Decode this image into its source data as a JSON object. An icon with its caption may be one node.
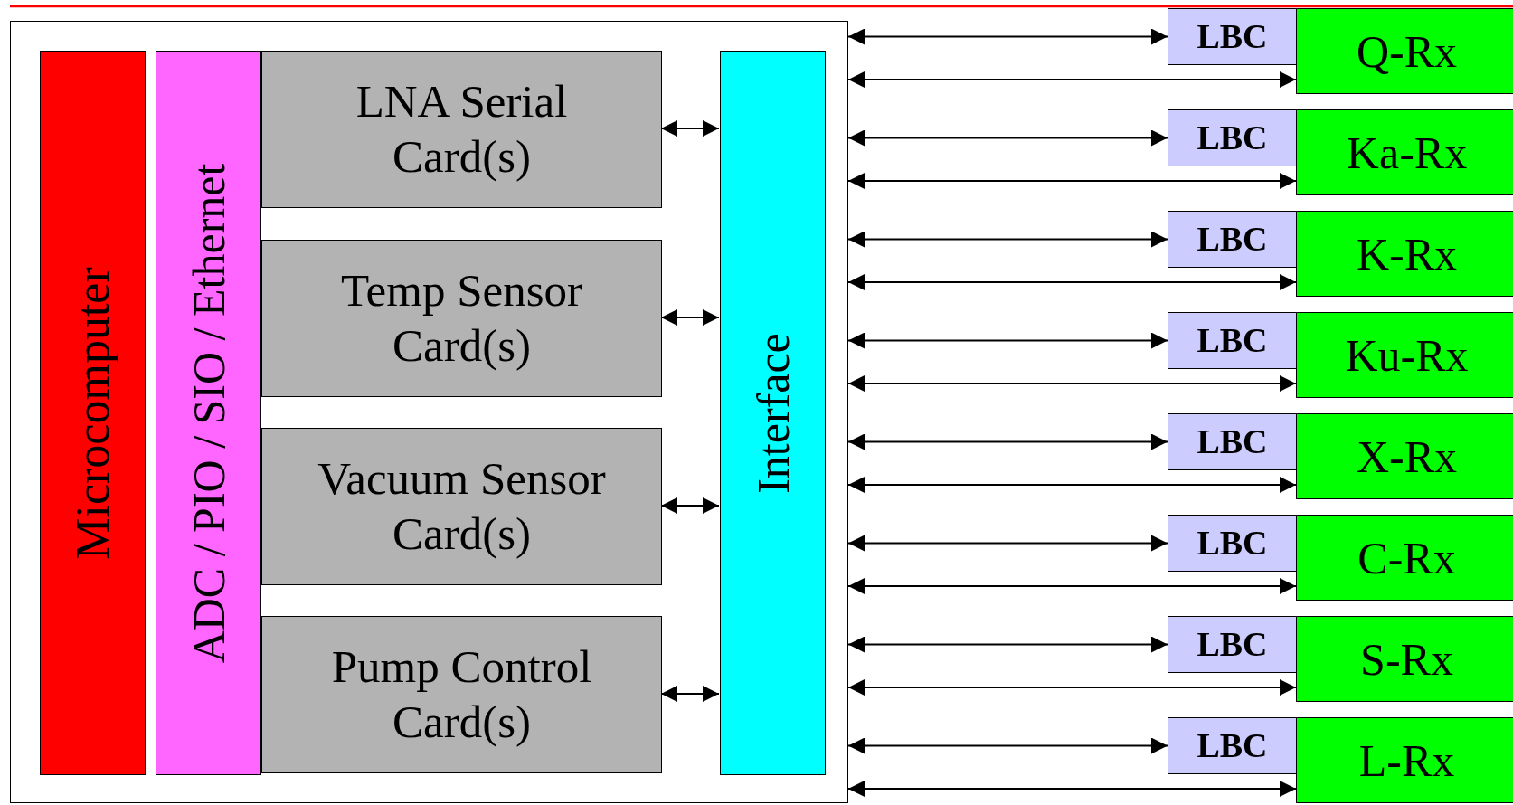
{
  "diagram": {
    "nodes": [
      {
        "text": [],
        "shape": "box"
      },
      {
        "text": [
          "Microcomputer"
        ],
        "in": 0
      },
      {
        "text": [
          "ADC / PIO / SIO / Ethernet"
        ],
        "in": 0
      },
      {
        "text": [
          "LNA Serial Card(s)"
        ],
        "in": 0
      },
      {
        "text": [
          "Temp Sensor Card(s)"
        ],
        "in": 0
      },
      {
        "text": [
          "Vacuum Sensor Card(s)"
        ],
        "in": 0
      },
      {
        "text": [
          "Pump Control Card(s)"
        ],
        "in": 0
      },
      {
        "text": [
          "Interface"
        ],
        "in": 0
      },
      {
        "text": [
          "LBC"
        ]
      },
      {
        "text": [
          "Q-Rx"
        ]
      },
      {
        "text": [
          "LBC"
        ]
      },
      {
        "text": [
          "Ka-Rx"
        ]
      },
      {
        "text": [
          "LBC"
        ]
      },
      {
        "text": [
          "K-Rx"
        ]
      },
      {
        "text": [
          "LBC"
        ]
      },
      {
        "text": [
          "Ku-Rx"
        ]
      },
      {
        "text": [
          "LBC"
        ]
      },
      {
        "text": [
          "X-Rx"
        ]
      },
      {
        "text": [
          "LBC"
        ]
      },
      {
        "text": [
          "C-Rx"
        ]
      },
      {
        "text": [
          "LBC"
        ]
      },
      {
        "text": [
          "S-Rx"
        ]
      },
      {
        "text": [
          "LBC"
        ]
      },
      {
        "text": [
          "L-Rx"
        ]
      }
    ],
    "edges": [
      {
        "from": 3,
        "to": 7,
        "arrow": "both"
      },
      {
        "from": 4,
        "to": 7,
        "arrow": "both"
      },
      {
        "from": 5,
        "to": 7,
        "arrow": "both"
      },
      {
        "from": 6,
        "to": 7,
        "arrow": "both"
      },
      {
        "from": 0,
        "to": 8,
        "arrow": "both"
      },
      {
        "from": 0,
        "to": 9,
        "arrow": "both"
      },
      {
        "from": 0,
        "to": 10,
        "arrow": "both"
      },
      {
        "from": 0,
        "to": 11,
        "arrow": "both"
      },
      {
        "from": 0,
        "to": 12,
        "arrow": "both"
      },
      {
        "from": 0,
        "to": 13,
        "arrow": "both"
      },
      {
        "from": 0,
        "to": 14,
        "arrow": "both"
      },
      {
        "from": 0,
        "to": 15,
        "arrow": "both"
      },
      {
        "from": 0,
        "to": 16,
        "arrow": "both"
      },
      {
        "from": 0,
        "to": 17,
        "arrow": "both"
      },
      {
        "from": 0,
        "to": 18,
        "arrow": "both"
      },
      {
        "from": 0,
        "to": 19,
        "arrow": "both"
      },
      {
        "from": 0,
        "to": 20,
        "arrow": "both"
      },
      {
        "from": 0,
        "to": 21,
        "arrow": "both"
      },
      {
        "from": 0,
        "to": 22,
        "arrow": "both"
      },
      {
        "from": 0,
        "to": 23,
        "arrow": "both"
      }
    ]
  }
}
